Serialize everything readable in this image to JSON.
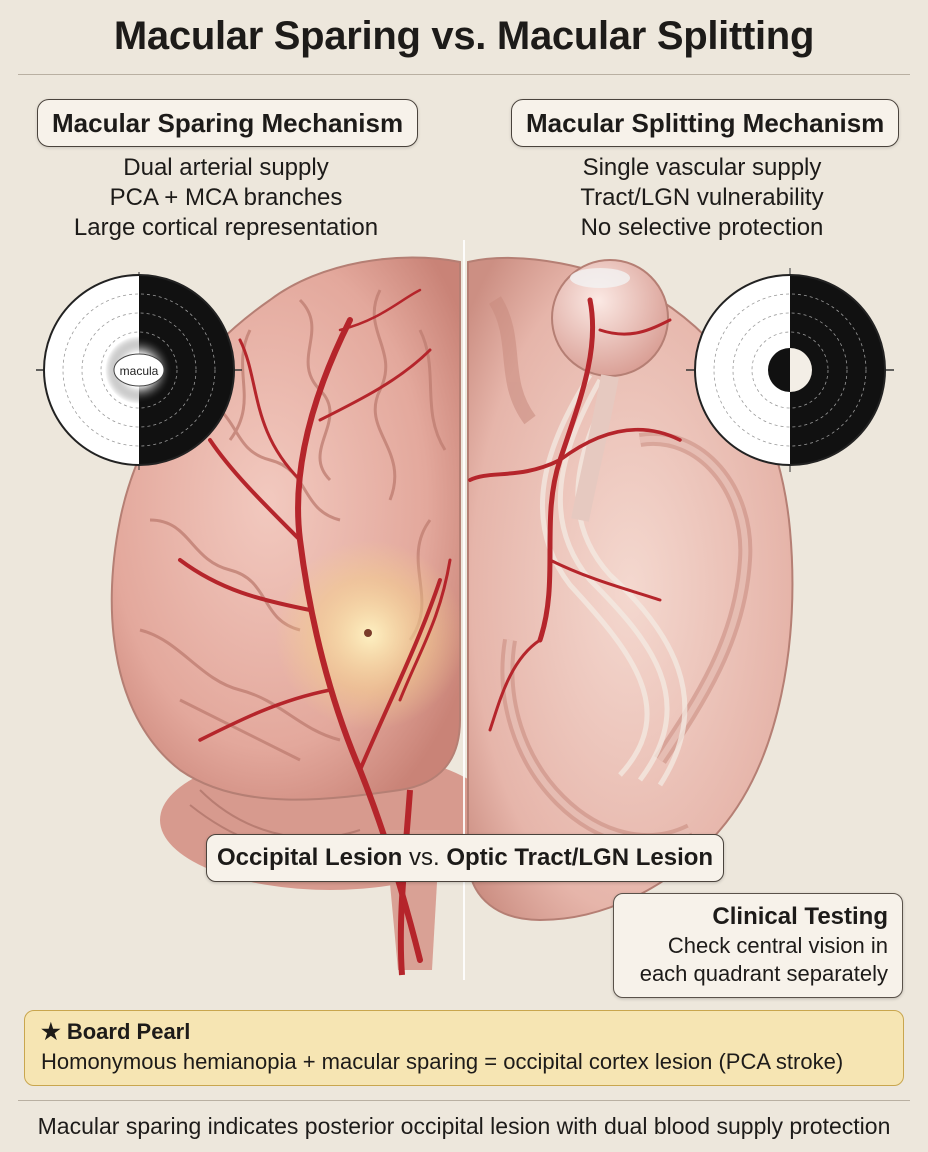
{
  "title": "Macular Sparing vs. Macular Splitting",
  "left": {
    "heading": "Macular Sparing Mechanism",
    "lines": [
      "Dual arterial supply",
      "PCA + MCA branches",
      "Large cortical representation"
    ],
    "field_label": "macula"
  },
  "right": {
    "heading": "Macular Splitting Mechanism",
    "lines": [
      "Single vascular supply",
      "Tract/LGN vulnerability",
      "No selective protection"
    ]
  },
  "lesion_compare": {
    "left": "Occipital Lesion",
    "vs": " vs. ",
    "right": "Optic Tract/LGN Lesion"
  },
  "clinical": {
    "heading": "Clinical Testing",
    "line1": "Check central vision in",
    "line2": "each quadrant separately"
  },
  "pearl": {
    "icon": "star-icon",
    "star": "★",
    "heading": "Board Pearl",
    "text": "Homonymous hemianopia + macular sparing = occipital cortex lesion (PCA stroke)"
  },
  "footer": "Macular sparing indicates posterior occipital lesion with dual blood supply protection",
  "colors": {
    "background": "#ede7dc",
    "brain": "#e8b3a8",
    "vessel": "#b5252b",
    "pearl_bg": "#f6e5b3"
  }
}
